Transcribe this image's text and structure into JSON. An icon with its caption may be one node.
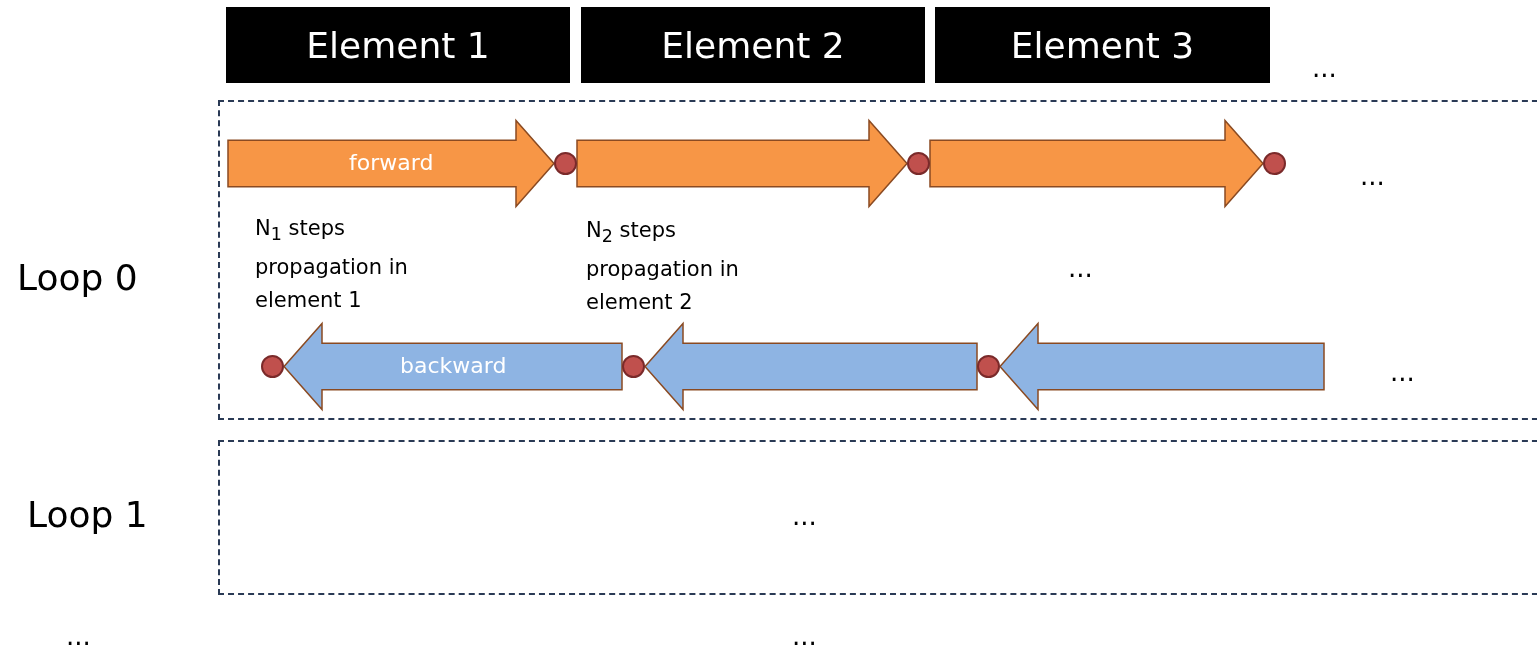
{
  "diagram": {
    "nodes": [
      {
        "text": [
          "Element 1"
        ]
      },
      {
        "text": [
          "Element 2"
        ]
      },
      {
        "text": [
          "Element 3"
        ]
      },
      {
        "text": [
          "Loop 0"
        ]
      },
      {
        "text": [],
        "shape": "circle",
        "in": 3
      },
      {
        "text": [],
        "shape": "circle",
        "in": 3
      },
      {
        "text": [],
        "shape": "circle",
        "in": 3
      },
      {
        "text": [],
        "shape": "circle",
        "in": 3
      },
      {
        "text": [],
        "shape": "circle",
        "in": 3
      },
      {
        "text": [],
        "shape": "circle",
        "in": 3
      },
      {
        "text": [
          "Loop 1"
        ]
      }
    ],
    "edges": [
      {
        "from": null,
        "to": 4,
        "arrow": "to",
        "label": "forward"
      },
      {
        "from": 4,
        "to": 5,
        "arrow": "to"
      },
      {
        "from": 5,
        "to": 6,
        "arrow": "to"
      },
      {
        "from": 8,
        "to": 7,
        "arrow": "to",
        "label": "backward"
      },
      {
        "from": 9,
        "to": 8,
        "arrow": "to"
      },
      {
        "from": null,
        "to": 9,
        "arrow": "to"
      }
    ],
    "labels": [
      "...",
      "...",
      "N$_{1}$ steps propagation in element 1",
      "N$_{2}$ steps propagation in element 2",
      "...",
      "...",
      "...",
      "...",
      "..."
    ]
  }
}
